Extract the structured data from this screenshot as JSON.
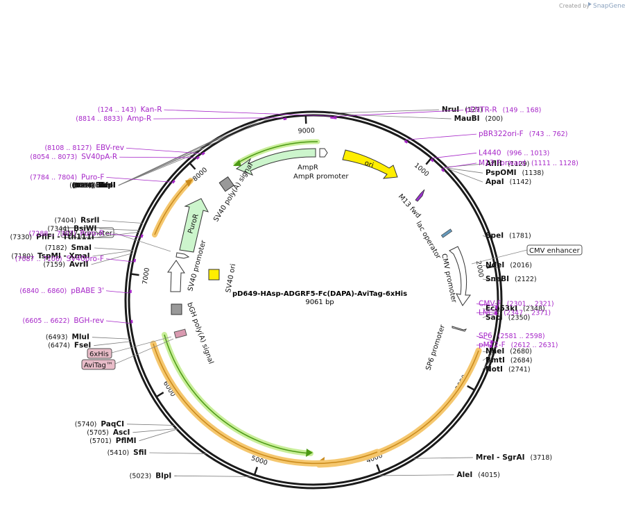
{
  "credit": {
    "created_by": "Created by",
    "brand": "SnapGene"
  },
  "map": {
    "title": "pD649-HAsp-ADGRF5-Fc(DAPA)-AviTag-6xHis",
    "length_label": "9061 bp",
    "total_bp": 9061
  },
  "ticks": [
    {
      "bp": 1000,
      "label": "1000"
    },
    {
      "bp": 2000,
      "label": "2000"
    },
    {
      "bp": 3000,
      "label": "3000"
    },
    {
      "bp": 4000,
      "label": "4000"
    },
    {
      "bp": 5000,
      "label": "5000"
    },
    {
      "bp": 6000,
      "label": "6000"
    },
    {
      "bp": 7000,
      "label": "7000"
    },
    {
      "bp": 8000,
      "label": "8000"
    },
    {
      "bp": 9000,
      "label": "9000"
    }
  ],
  "sites": [
    {
      "name": "NruI",
      "pos": "(127)",
      "bp": 127,
      "side": "right"
    },
    {
      "name": "MauBI",
      "pos": "(200)",
      "bp": 200,
      "side": "right"
    },
    {
      "name": "AflII",
      "pos": "(1129)",
      "bp": 1129,
      "side": "right"
    },
    {
      "name": "PspOMI",
      "pos": "(1138)",
      "bp": 1138,
      "side": "right"
    },
    {
      "name": "ApaI",
      "pos": "(1142)",
      "bp": 1142,
      "side": "right"
    },
    {
      "name": "SpeI",
      "pos": "(1781)",
      "bp": 1781,
      "side": "right"
    },
    {
      "name": "NdeI",
      "pos": "(2016)",
      "bp": 2016,
      "side": "right"
    },
    {
      "name": "SnaBI",
      "pos": "(2122)",
      "bp": 2122,
      "side": "right"
    },
    {
      "name": "Eco53kI",
      "pos": "(2348)",
      "bp": 2348,
      "side": "right"
    },
    {
      "name": "SacI",
      "pos": "(2350)",
      "bp": 2350,
      "side": "right"
    },
    {
      "name": "NheI",
      "pos": "(2680)",
      "bp": 2680,
      "side": "right"
    },
    {
      "name": "BmtI",
      "pos": "(2684)",
      "bp": 2684,
      "side": "right"
    },
    {
      "name": "NotI",
      "pos": "(2741)",
      "bp": 2741,
      "side": "right"
    },
    {
      "name": "MreI  -  SgrAI",
      "pos": "(3718)",
      "bp": 3718,
      "side": "right"
    },
    {
      "name": "AleI",
      "pos": "(4015)",
      "bp": 4015,
      "side": "right"
    },
    {
      "name": "BlpI",
      "pos": "(5023)",
      "bp": 5023,
      "side": "left"
    },
    {
      "name": "SfiI",
      "pos": "(5410)",
      "bp": 5410,
      "side": "left"
    },
    {
      "name": "PflMI",
      "pos": "(5701)",
      "bp": 5701,
      "side": "left"
    },
    {
      "name": "AscI",
      "pos": "(5705)",
      "bp": 5705,
      "side": "left"
    },
    {
      "name": "PaqCI",
      "pos": "(5740)",
      "bp": 5740,
      "side": "left"
    },
    {
      "name": "FseI",
      "pos": "(6474)",
      "bp": 6474,
      "side": "left"
    },
    {
      "name": "MluI",
      "pos": "(6493)",
      "bp": 6493,
      "side": "left"
    },
    {
      "name": "AvrII",
      "pos": "(7159)",
      "bp": 7159,
      "side": "left"
    },
    {
      "name": "TspMI  -  XmaI",
      "pos": "(7180)",
      "bp": 7180,
      "side": "left"
    },
    {
      "name": "SmaI",
      "pos": "(7182)",
      "bp": 7182,
      "side": "left"
    },
    {
      "name": "PflFI  -  Tth111I",
      "pos": "(7330)",
      "bp": 7330,
      "side": "left"
    },
    {
      "name": "BsiWI",
      "pos": "(7344)",
      "bp": 7344,
      "side": "left"
    },
    {
      "name": "RsrII",
      "pos": "(7404)",
      "bp": 7404,
      "side": "left"
    },
    {
      "name": "BsmI",
      "pos": "(8097)",
      "bp": 8097,
      "side": "left"
    },
    {
      "name": "SalI",
      "pos": "(8154)",
      "bp": 8154,
      "side": "left"
    },
    {
      "name": "AfeI",
      "pos": "(8314)",
      "bp": 8314,
      "side": "left"
    },
    {
      "name": "FspI",
      "pos": "(8486)",
      "bp": 8486,
      "side": "left"
    },
    {
      "name": "PvuI",
      "pos": "(8634)",
      "bp": 8634,
      "side": "left"
    },
    {
      "name": "ScaI",
      "pos": "(8744)",
      "bp": 8744,
      "side": "left"
    }
  ],
  "primers": [
    {
      "name": "Kan-R",
      "range": "(124 .. 143)",
      "bp": 133,
      "side": "left"
    },
    {
      "name": "pENTR-R",
      "range": "(149 .. 168)",
      "bp": 158,
      "side": "right"
    },
    {
      "name": "pBR322ori-F",
      "range": "(743 .. 762)",
      "bp": 752,
      "side": "right"
    },
    {
      "name": "L4440",
      "range": "(996 .. 1013)",
      "bp": 1004,
      "side": "right"
    },
    {
      "name": "M13 Forward",
      "range": "(1111 .. 1128)",
      "bp": 1119,
      "side": "right"
    },
    {
      "name": "CMV-F",
      "range": "(2301 .. 2321)",
      "bp": 2311,
      "side": "right"
    },
    {
      "name": "LNCX",
      "range": "(2347 .. 2371)",
      "bp": 2359,
      "side": "right"
    },
    {
      "name": "SP6",
      "range": "(2581 .. 2598)",
      "bp": 2589,
      "side": "right"
    },
    {
      "name": "pMT2-F",
      "range": "(2612 .. 2631)",
      "bp": 2621,
      "side": "right"
    },
    {
      "name": "BGH-rev",
      "range": "(6605 .. 6622)",
      "bp": 6613,
      "side": "left"
    },
    {
      "name": "pBABE 3'",
      "range": "(6840 .. 6860)",
      "bp": 6850,
      "side": "left"
    },
    {
      "name": "SV40pro-F",
      "range": "(7087 .. 7106)",
      "bp": 7096,
      "side": "left"
    },
    {
      "name": "Puro-R",
      "range": "(7288 .. 7307)",
      "bp": 7297,
      "side": "left"
    },
    {
      "name": "Puro-F",
      "range": "(7784 .. 7804)",
      "bp": 7794,
      "side": "left"
    },
    {
      "name": "SV40pA-R",
      "range": "(8054 .. 8073)",
      "bp": 8063,
      "side": "left"
    },
    {
      "name": "EBV-rev",
      "range": "(8108 .. 8127)",
      "bp": 8117,
      "side": "left"
    },
    {
      "name": "Amp-R",
      "range": "(8814 .. 8833)",
      "bp": 8823,
      "side": "left"
    }
  ],
  "boxed_labels": [
    {
      "text": "EM7 promoter",
      "style": "plain"
    },
    {
      "text": "CMV enhancer",
      "style": "plain"
    },
    {
      "text": "6xHis",
      "style": "pink"
    },
    {
      "text": "AviTag™",
      "style": "pink"
    }
  ],
  "features": [
    {
      "name": "ori",
      "color": "#ffee00"
    },
    {
      "name": "AmpR",
      "color": "#ccf5cc"
    },
    {
      "name": "AmpR promoter",
      "color": "#ffffff"
    },
    {
      "name": "SV40 poly(A) signal",
      "color": "#999999"
    },
    {
      "name": "PuroR",
      "color": "#ccf5cc"
    },
    {
      "name": "SV40 promoter",
      "color": "#ffffff"
    },
    {
      "name": "SV40 ori",
      "color": "#ffee00"
    },
    {
      "name": "bGH poly(A) signal",
      "color": "#999999"
    },
    {
      "name": "M13 fwd",
      "color": "#9933cc"
    },
    {
      "name": "lac operator",
      "color": "#6699bb"
    },
    {
      "name": "CMV promoter",
      "color": "#ffffff"
    },
    {
      "name": "SP6 promoter",
      "color": "#ffffff"
    }
  ],
  "colors": {
    "primer": "#a626c8",
    "orf_highlight": "#f5c76e",
    "orf_line": "#c9891a",
    "green_highlight": "#c9ee9a",
    "green_line": "#4c9a14",
    "backbone": "#1a1a1a",
    "pink_box": "#e8bcc8"
  }
}
